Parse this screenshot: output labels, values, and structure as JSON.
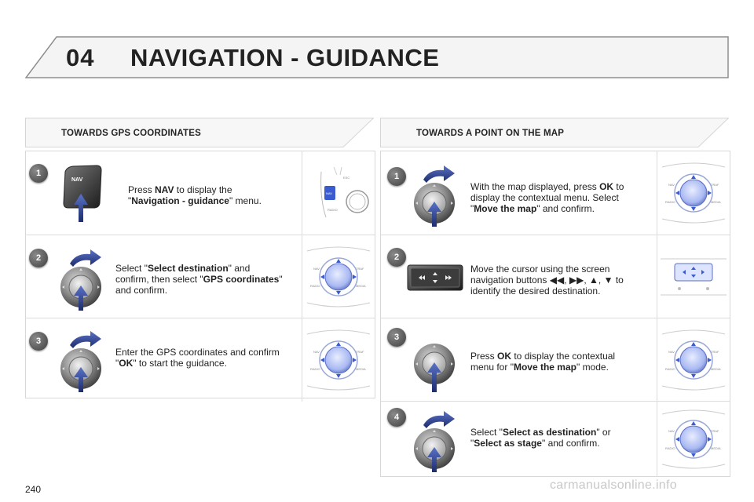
{
  "header": {
    "chapter": "04",
    "title": "NAVIGATION - GUIDANCE"
  },
  "left": {
    "heading": "TOWARDS GPS COORDINATES",
    "steps": [
      {
        "num": "1",
        "t1": "Press ",
        "b1": "NAV",
        "t2": " to display the",
        "t3": "\"",
        "b2": "Navigation - guidance",
        "t4": "\" menu."
      },
      {
        "num": "2",
        "t1": "Select \"",
        "b1": "Select destination",
        "t2": "\" and",
        "t3": "confirm, then select \"",
        "b2": "GPS coordinates",
        "t4": "\"",
        "t5": "and confirm."
      },
      {
        "num": "3",
        "t1": "Enter the GPS coordinates and confirm",
        "t2": "\"",
        "b1": "OK",
        "t3": "\" to start the guidance."
      }
    ]
  },
  "right": {
    "heading": "TOWARDS A POINT ON THE MAP",
    "steps": [
      {
        "num": "1",
        "t1": "With the map displayed, press ",
        "b1": "OK",
        "t2": " to",
        "t3": "display the contextual menu. Select",
        "t4": "\"",
        "b2": "Move the map",
        "t5": "\" and confirm."
      },
      {
        "num": "2",
        "t1": "Move the cursor using the screen",
        "t2": "navigation buttons ",
        "t3": ", ",
        "t4": ", ",
        "t5": ", ",
        "t6": " to",
        "t7": "identify the desired destination."
      },
      {
        "num": "3",
        "t1": "Press ",
        "b1": "OK",
        "t2": " to display the contextual",
        "t3": "menu for \"",
        "b2": "Move the map",
        "t4": "\" mode."
      },
      {
        "num": "4",
        "t1": "Select \"",
        "b1": "Select as destination",
        "t2": "\" or",
        "t3": "\"",
        "b2": "Select as stage",
        "t4": "\" and confirm."
      }
    ]
  },
  "thumb_labels": {
    "nav": "NAV",
    "esc": "ESC",
    "radio": "RADIO",
    "traf": "TRAF",
    "media": "MEDIA"
  },
  "nav_key_label": "NAV",
  "footer": {
    "page_number": "240",
    "watermark": "carmanualsonline.info"
  },
  "colors": {
    "accent_blue": "#3b5bd0",
    "dial_ring": "#9aa8d8",
    "arrow_blue": "#2c3f8f"
  }
}
